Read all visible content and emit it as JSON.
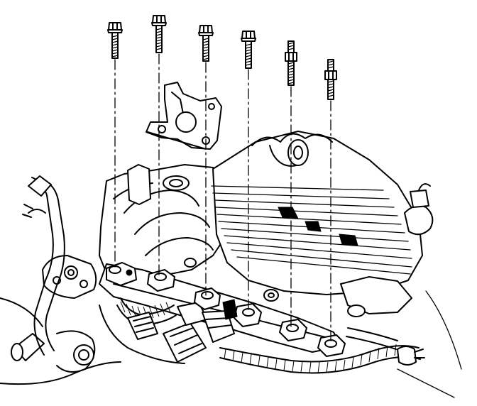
{
  "diagram": {
    "ink_color": "#000000",
    "background_color": "#ffffff",
    "fasteners": [
      {
        "kind": "bolt"
      },
      {
        "kind": "bolt"
      },
      {
        "kind": "bolt"
      },
      {
        "kind": "bolt"
      },
      {
        "kind": "stud"
      },
      {
        "kind": "stud"
      }
    ]
  }
}
